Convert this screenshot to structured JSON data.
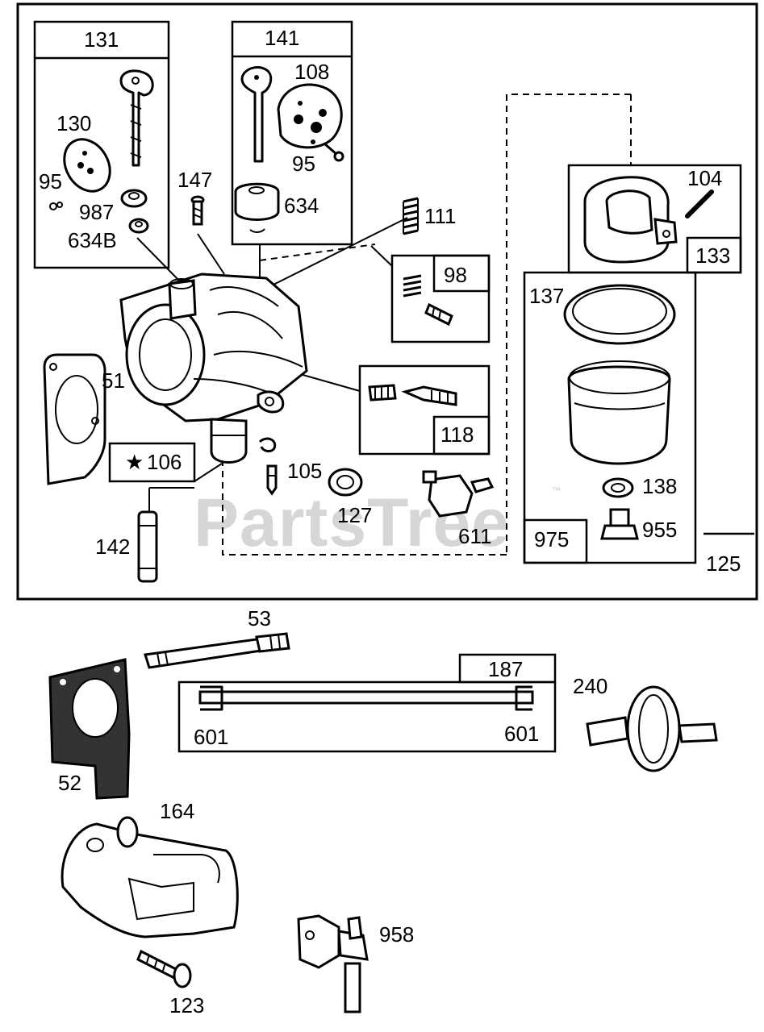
{
  "watermark": {
    "text": "PartsTree",
    "trademark": "™"
  },
  "callouts": {
    "p131": "131",
    "p141": "141",
    "p108": "108",
    "p130": "130",
    "p95a": "95",
    "p95b": "95",
    "p987": "987",
    "p634B": "634B",
    "p147": "147",
    "p634": "634",
    "p111": "111",
    "p104": "104",
    "p133": "133",
    "p98": "98",
    "p137": "137",
    "p51": "51",
    "p118": "118",
    "p106": "106",
    "p106_star": "★",
    "p105": "105",
    "p127": "127",
    "p611": "611",
    "p142": "142",
    "p138": "138",
    "p955": "955",
    "p975": "975",
    "p125": "125",
    "p53": "53",
    "p187": "187",
    "p240": "240",
    "p601a": "601",
    "p601b": "601",
    "p52": "52",
    "p164": "164",
    "p958": "958",
    "p123": "123"
  }
}
